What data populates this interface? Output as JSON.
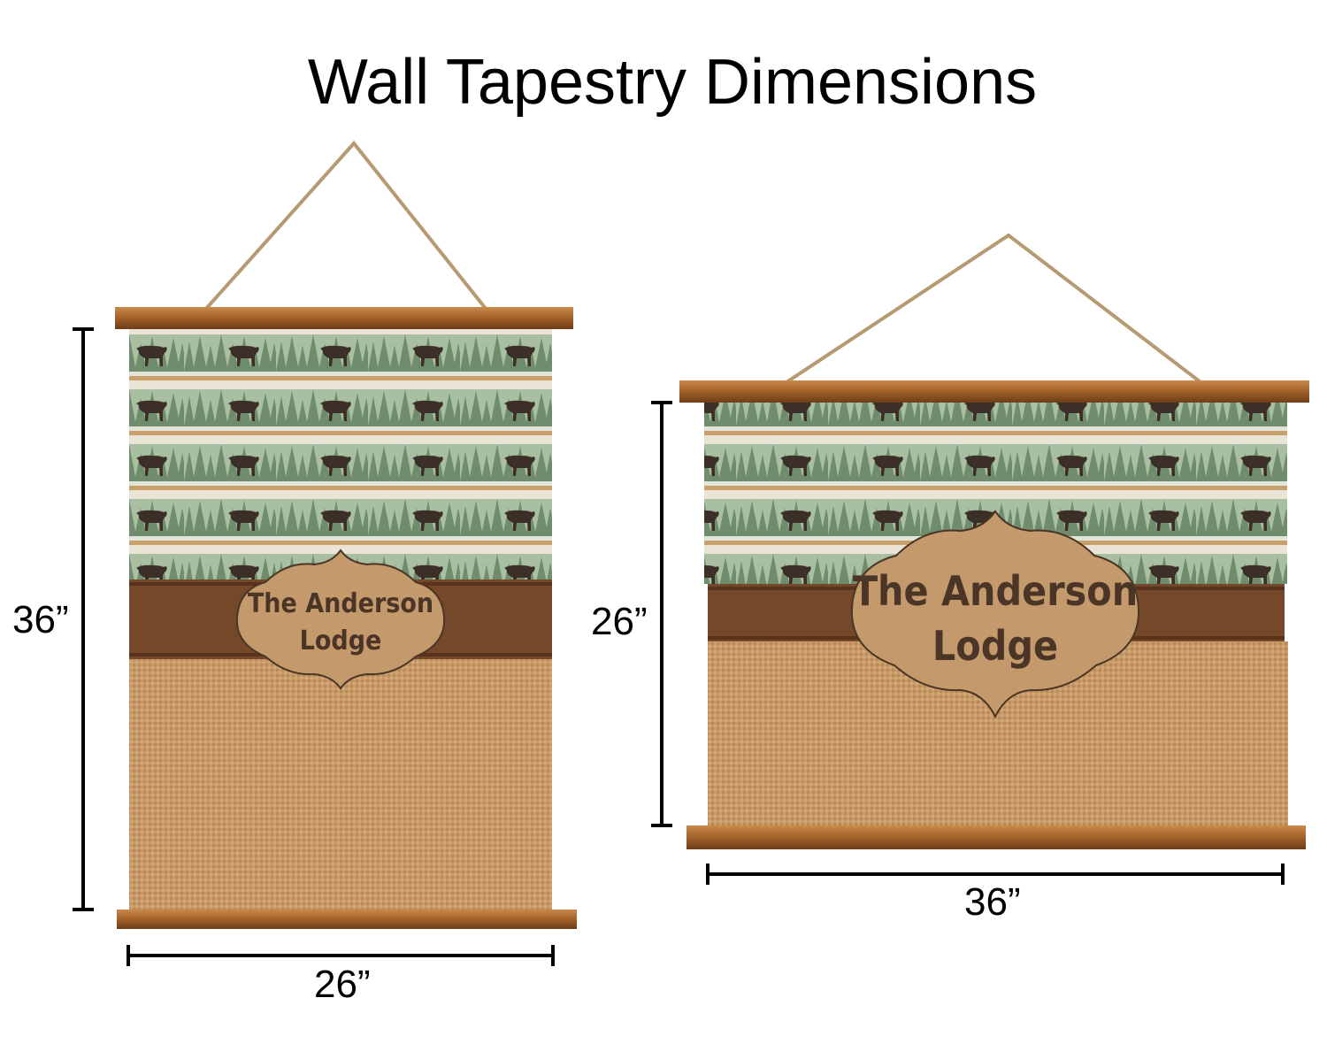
{
  "title": "Wall Tapestry Dimensions",
  "colors": {
    "wood": "#9a5a26",
    "forest_green": "#6f8c6c",
    "cream": "#e9e4d6",
    "bear": "#3b2f28",
    "band_brown": "#76482a",
    "burlap": "#c89b68",
    "label_tan": "#c49a6c"
  },
  "portrait": {
    "label_line1": "The Anderson",
    "label_line2": "Lodge",
    "height_label": "36”",
    "width_label": "26”"
  },
  "landscape": {
    "label_line1": "The Anderson",
    "label_line2": "Lodge",
    "height_label": "26”",
    "width_label": "36”"
  }
}
